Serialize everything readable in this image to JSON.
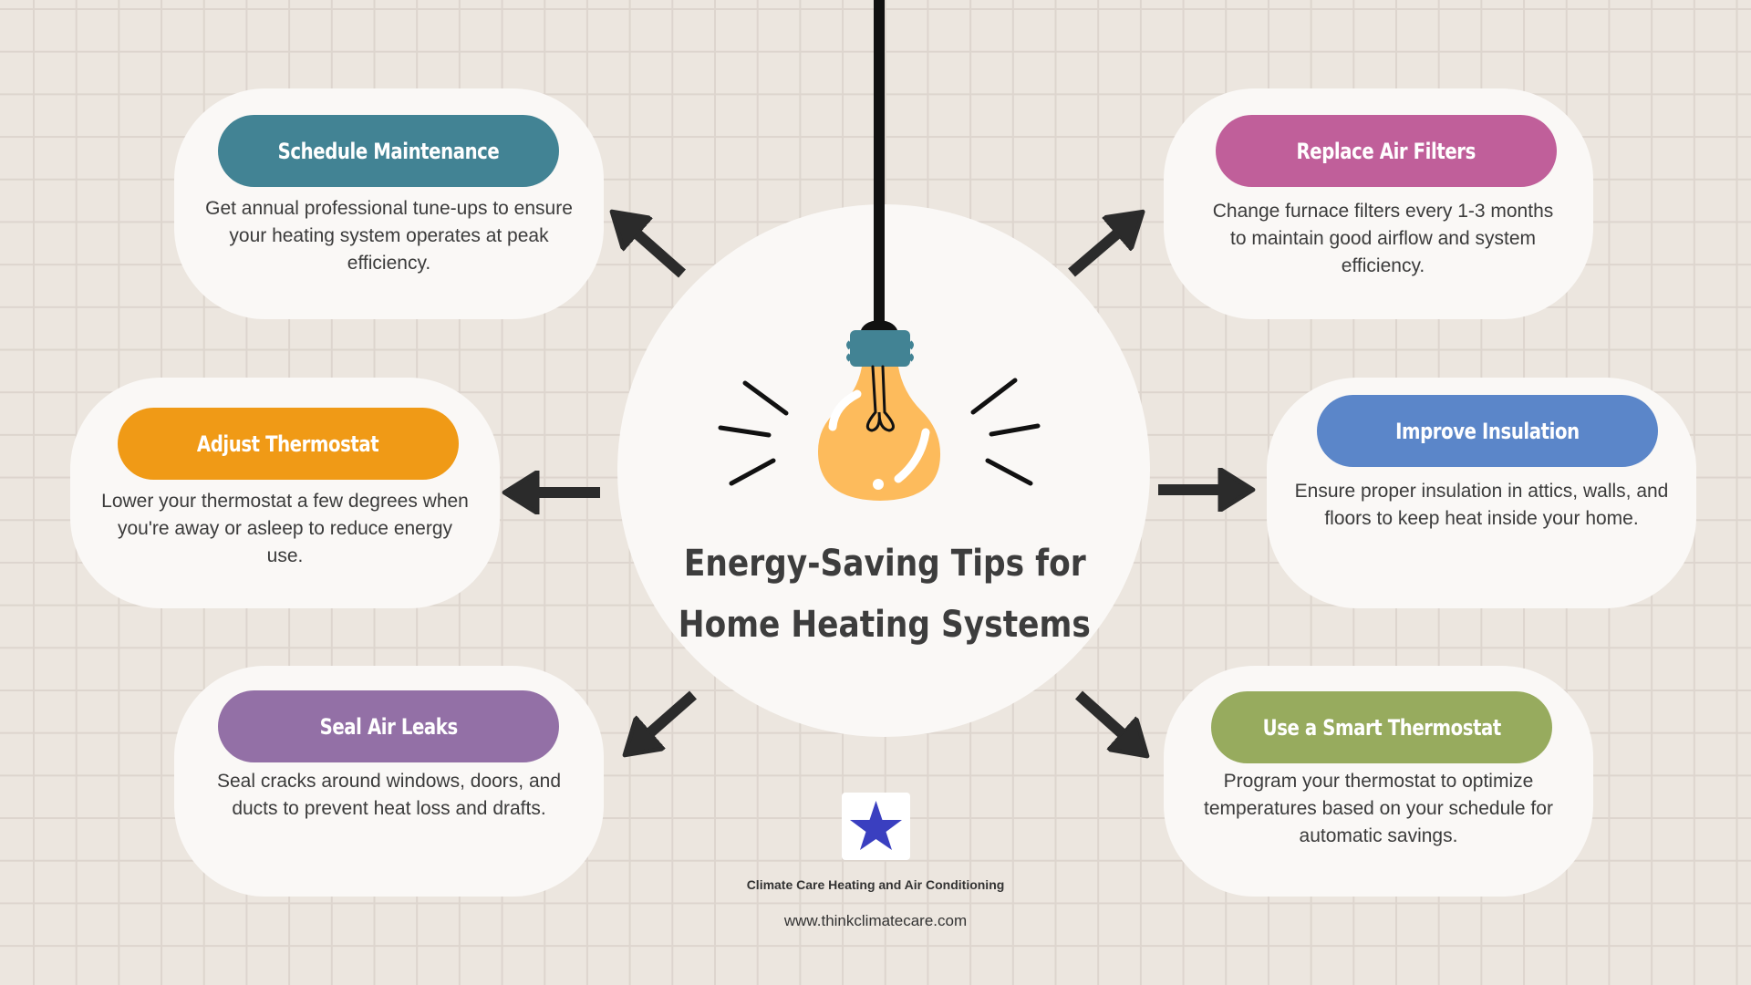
{
  "infographic": {
    "title_line1": "Energy-Saving Tips for",
    "title_line2": "Home Heating Systems",
    "center_icon": "light-bulb-icon"
  },
  "tips": [
    {
      "position": "top-left",
      "title": "Schedule Maintenance",
      "description": "Get annual professional tune-ups to ensure your heating system operates at peak efficiency.",
      "color": "#428394"
    },
    {
      "position": "top-right",
      "title": "Replace Air Filters",
      "description": "Change furnace filters every 1-3 months to maintain good airflow and system efficiency.",
      "color": "#c05f9a"
    },
    {
      "position": "middle-left",
      "title": "Adjust Thermostat",
      "description": "Lower your thermostat a few degrees when you're away or asleep to reduce energy use.",
      "color": "#f09a16"
    },
    {
      "position": "middle-right",
      "title": "Improve Insulation",
      "description": "Ensure proper insulation in attics, walls, and floors to keep heat inside your home.",
      "color": "#5b86c9"
    },
    {
      "position": "bottom-left",
      "title": "Seal Air Leaks",
      "description": "Seal cracks around windows, doors, and ducts to prevent heat loss and drafts.",
      "color": "#9370a6"
    },
    {
      "position": "bottom-right",
      "title": "Use a Smart Thermostat",
      "description": "Program your thermostat to optimize temperatures based on your schedule for automatic savings.",
      "color": "#97ab5e"
    }
  ],
  "footer": {
    "logo_icon": "star-icon",
    "logo_color": "#3a3fc0",
    "company": "Climate Care Heating and Air Conditioning",
    "url": "www.thinkclimatecare.com"
  },
  "colors": {
    "background": "#ece6df",
    "grid_line": "#ddd5ce",
    "card": "#faf8f6",
    "text": "#3b3b3b",
    "arrow": "#2b2b2b",
    "bulb": "#fdbb5c",
    "socket": "#428394"
  }
}
